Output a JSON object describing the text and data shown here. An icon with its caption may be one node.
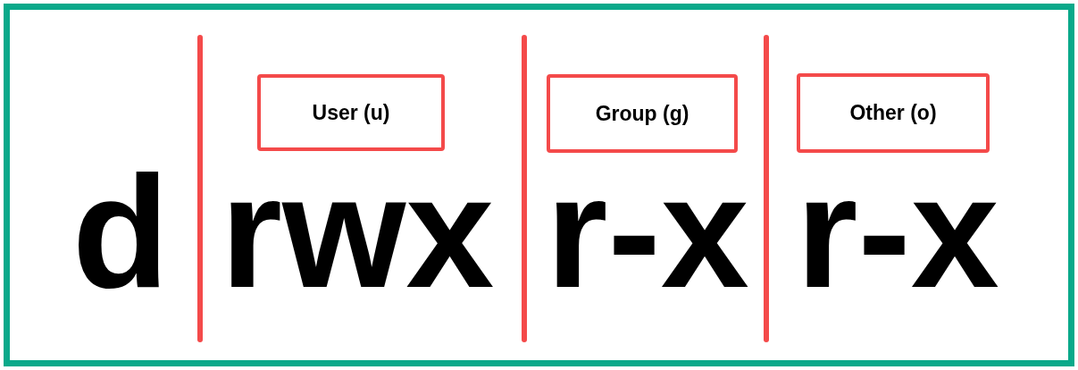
{
  "diagram": {
    "nodes": [
      {
        "text": [
          "User (u)"
        ]
      },
      {
        "text": [
          "Group (g)"
        ]
      },
      {
        "text": [
          "Other (o)"
        ]
      }
    ],
    "labels": [
      "d",
      "rwx",
      "r-x",
      "r-x"
    ]
  }
}
